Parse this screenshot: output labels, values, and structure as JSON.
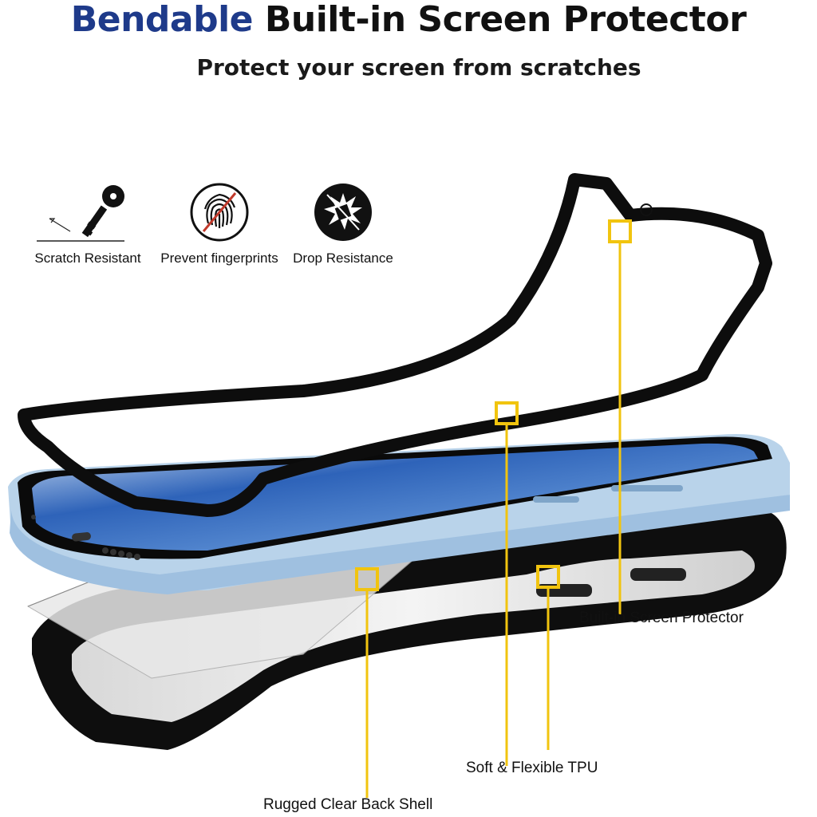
{
  "header": {
    "title_accent": "Bendable",
    "title_rest": " Built-in Screen Protector",
    "subtitle": "Protect your screen from scratches"
  },
  "features": [
    {
      "label": "Scratch Resistant",
      "icon": "key-scratch-icon"
    },
    {
      "label": "Prevent fingerprints",
      "icon": "no-fingerprint-icon"
    },
    {
      "label": "Drop Resistance",
      "icon": "drop-impact-icon"
    }
  ],
  "callouts": {
    "built_in": "Built-in Screen Protector",
    "tpu": "Soft & Flexible TPU",
    "back_shell": "Rugged Clear Back Shell"
  },
  "colors": {
    "accent": "#1e3a8a",
    "callout": "#f1c40f",
    "frame": "#0d0d0d",
    "phone_body": "#b9d3ea",
    "screen": "#2b5fb8"
  }
}
